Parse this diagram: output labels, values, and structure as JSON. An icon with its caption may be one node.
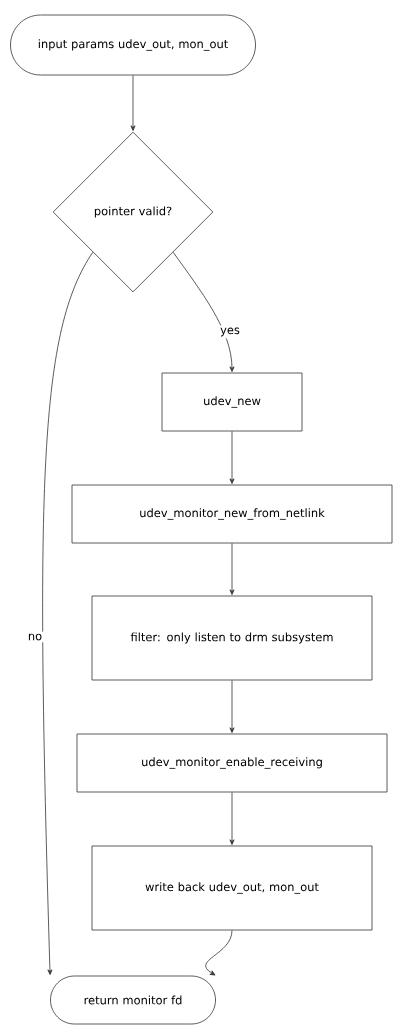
{
  "diagram": {
    "nodes": [
      {
        "text": [
          "input params udev_out, mon_out"
        ]
      },
      {
        "text": [
          "pointer valid?"
        ]
      },
      {
        "text": [
          "udev_new"
        ]
      },
      {
        "text": [
          "udev_monitor_new_from_netlink"
        ]
      },
      {
        "text": [
          "filter: only listen to drm subsystem"
        ]
      },
      {
        "text": [
          "udev_monitor_enable_receiving"
        ]
      },
      {
        "text": [
          "write back udev_out, mon_out"
        ]
      },
      {
        "text": [
          "return monitor fd"
        ]
      }
    ],
    "edges": [
      {
        "from": 0,
        "to": 1,
        "arrow": "to"
      },
      {
        "from": 1,
        "to": 2,
        "arrow": "to",
        "label": "yes"
      },
      {
        "from": 2,
        "to": 3,
        "arrow": "to"
      },
      {
        "from": 3,
        "to": 4,
        "arrow": "to"
      },
      {
        "from": 4,
        "to": 5,
        "arrow": "to"
      },
      {
        "from": 5,
        "to": 6,
        "arrow": "to"
      },
      {
        "from": 1,
        "to": 7,
        "arrow": "to",
        "label": "no"
      },
      {
        "from": 6,
        "to": 7,
        "arrow": "to"
      }
    ]
  }
}
